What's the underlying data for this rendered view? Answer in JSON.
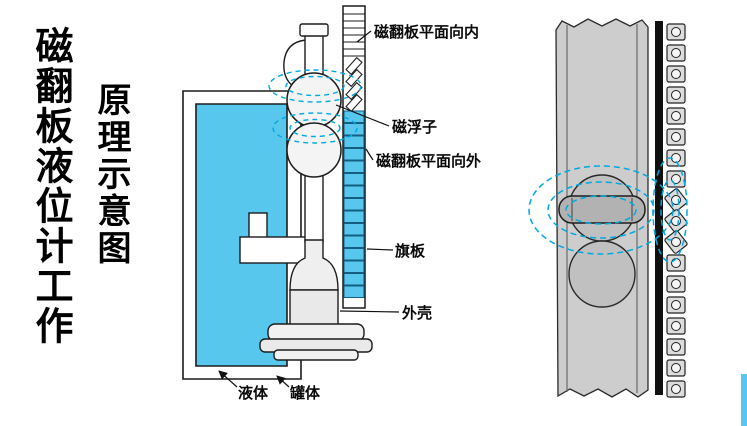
{
  "titles": {
    "main": "磁翻板液位计工作",
    "sub": "原理示意图"
  },
  "annotations": {
    "flap_inward": "磁翻板平面向内",
    "float": "磁浮子",
    "flap_outward": "磁翻板平面向外",
    "flag_plate": "旗板",
    "housing": "外壳",
    "liquid": "液体",
    "tank": "罐体"
  },
  "colors": {
    "liquid": "#57c7ee",
    "flap_cell": "#57c7ee",
    "field_line": "#00a9e0",
    "metal_light": "#dcdcdc",
    "metal_mid": "#c0c0c0",
    "metal_dark": "#b2b2b2",
    "outline": "#1c1c1c",
    "rail_bar": "#101010"
  }
}
